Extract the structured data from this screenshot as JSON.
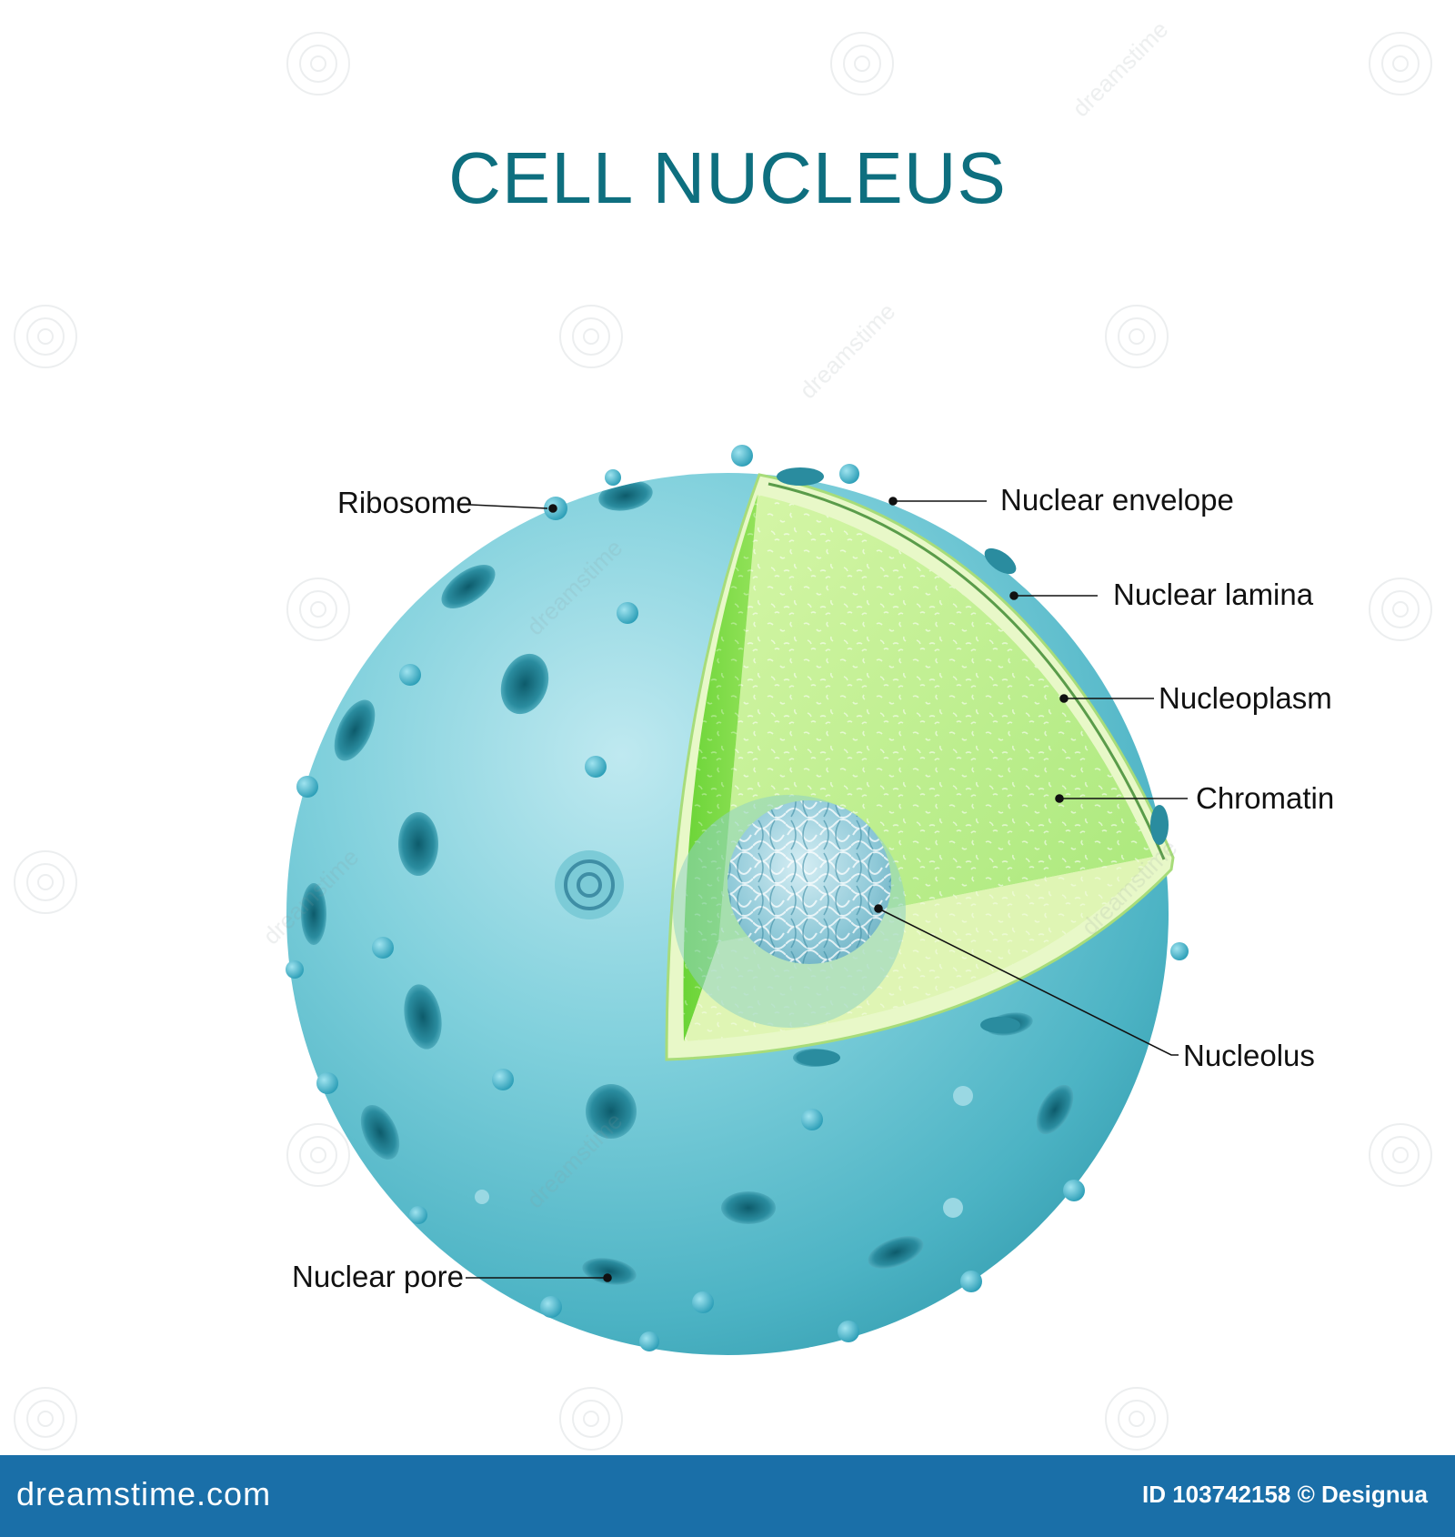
{
  "title": "CELL NUCLEUS",
  "labels": {
    "ribosome": "Ribosome",
    "nuclear_envelope": "Nuclear envelope",
    "nuclear_lamina": "Nuclear lamina",
    "nucleoplasm": "Nucleoplasm",
    "chromatin": "Chromatin",
    "nucleolus": "Nucleolus",
    "nuclear_pore": "Nuclear pore"
  },
  "footer": {
    "brand": "dreamstime.com",
    "credit": "ID 103742158 © Designua"
  },
  "watermark": "dreamstime",
  "colors": {
    "title": "#0e6f7f",
    "sphere": "#5cc0cf",
    "cutaway": "#8fe05a",
    "footer": "#1a6fa8"
  }
}
